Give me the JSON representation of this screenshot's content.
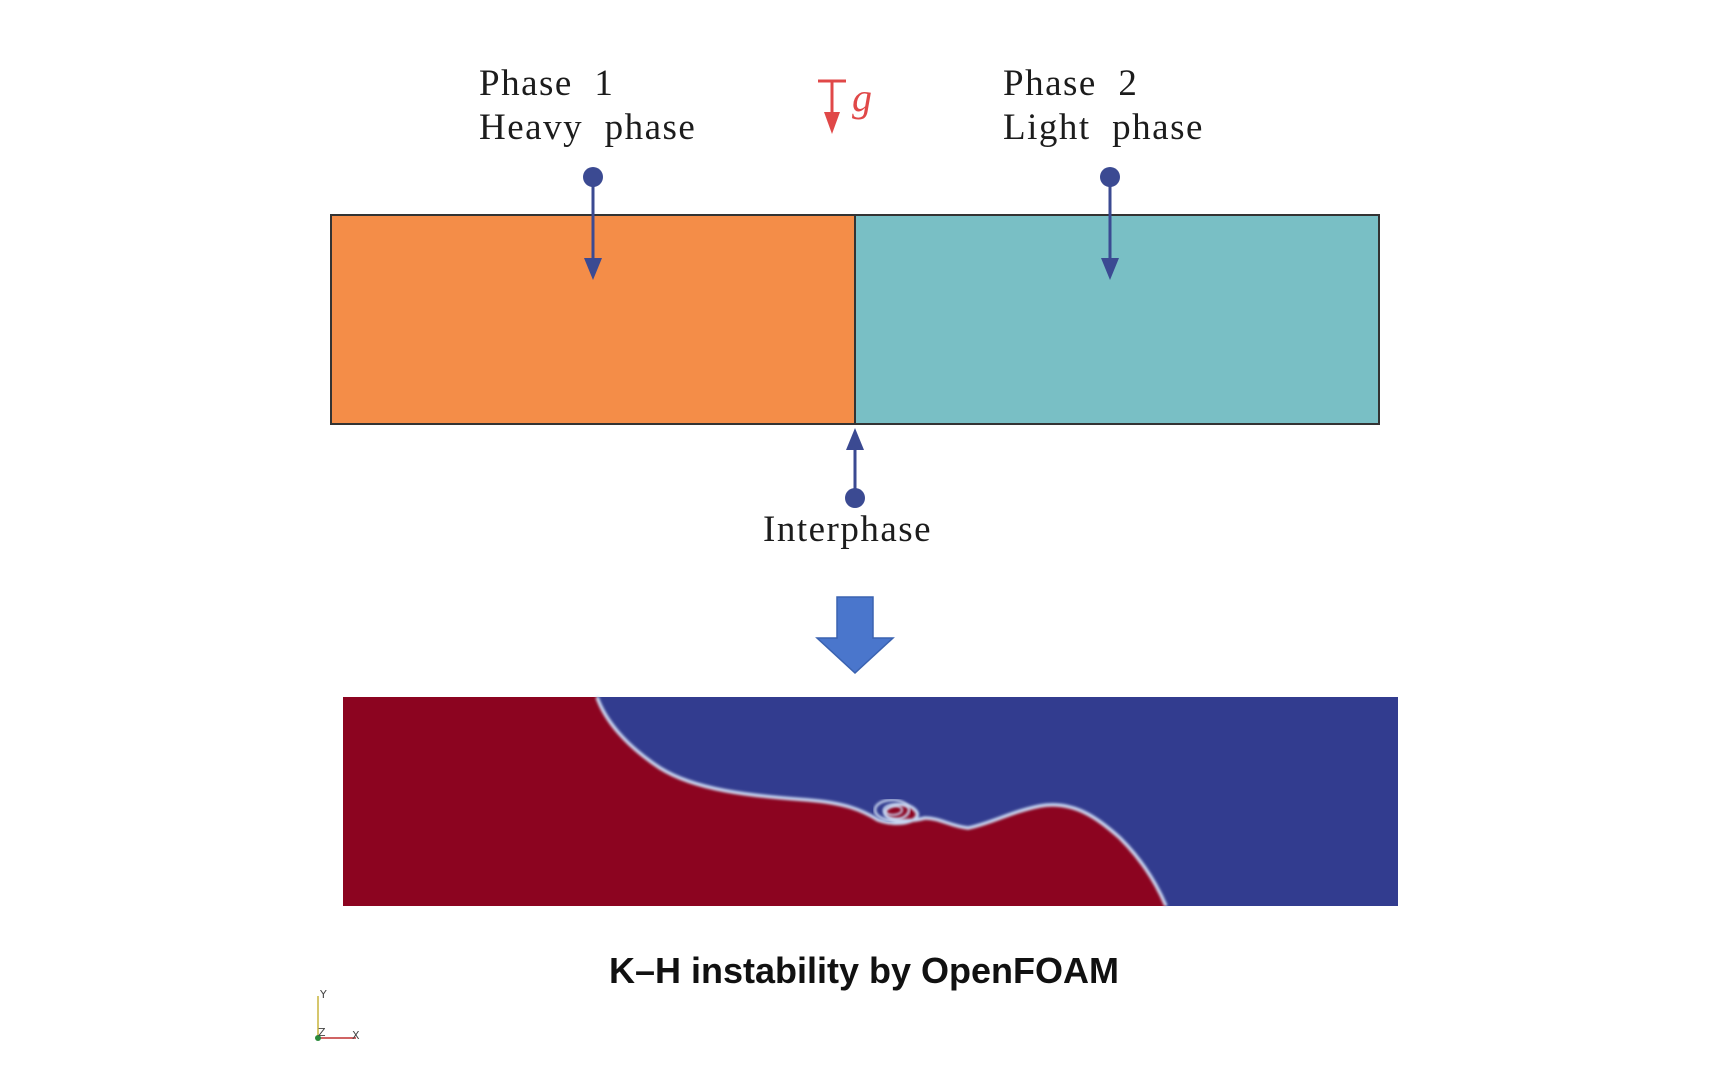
{
  "diagram": {
    "phase1": {
      "title": "Phase  1",
      "subtitle": "Heavy  phase",
      "color": "#f48d48"
    },
    "phase2": {
      "title": "Phase  2",
      "subtitle": "Light  phase",
      "color": "#79bfc5"
    },
    "gravity": {
      "symbol": "g",
      "color": "#e04848"
    },
    "interface_label": "Interphase",
    "pointer_color": "#3b4a92",
    "transition_arrow_color": "#4a76cc"
  },
  "simulation": {
    "heavy_color": "#8c0420",
    "light_color": "#323c8f",
    "interface_color": "#c9d6f0"
  },
  "caption": "K–H instability by OpenFOAM",
  "axes": {
    "y": "Y",
    "z": "Z",
    "x": "X"
  }
}
